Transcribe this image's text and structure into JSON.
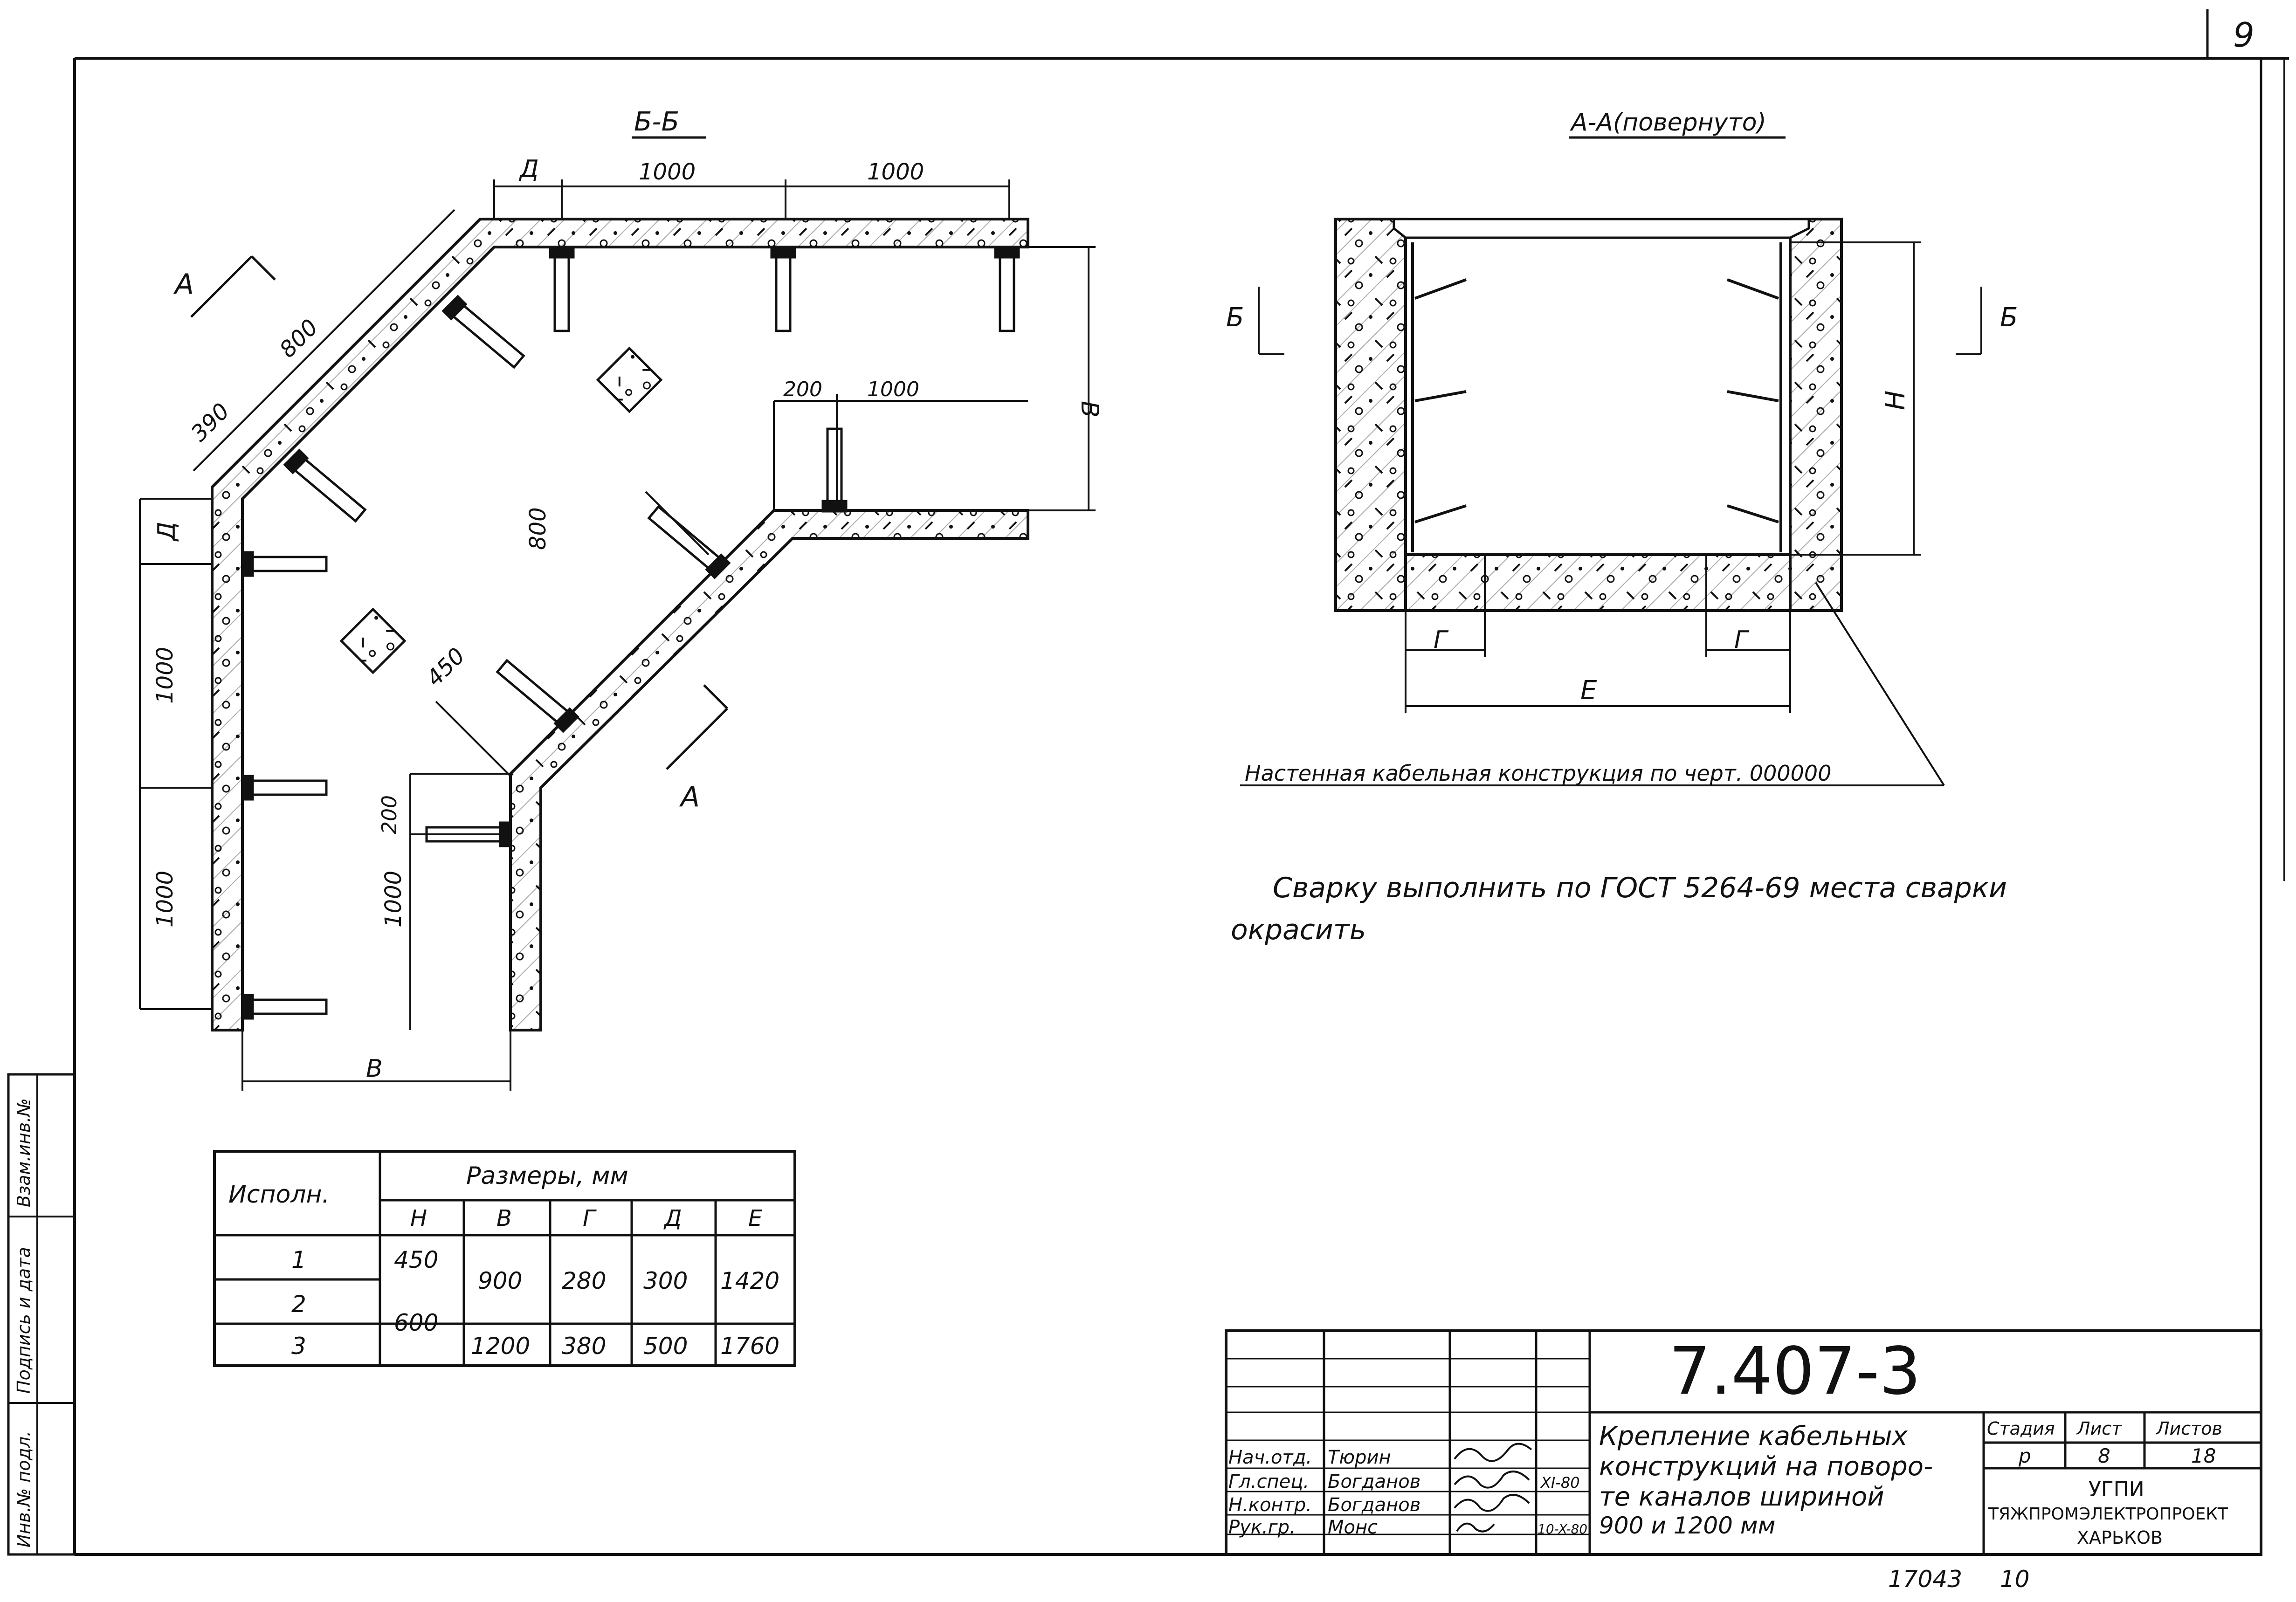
{
  "sheet": {
    "sheet_no": "9",
    "archive_no": "17043",
    "archive_page": "10"
  },
  "section_bb": {
    "title": "Б-Б",
    "dim_d_top": "Д",
    "dim_1000_a": "1000",
    "dim_1000_b": "1000",
    "dim_800_top": "800",
    "dim_390": "390",
    "dim_d_left": "Д",
    "dim_1000_left1": "1000",
    "dim_1000_left2": "1000",
    "dim_b_right": "В",
    "dim_200_top": "200",
    "dim_1000_top_inner": "1000",
    "dim_800_inner": "800",
    "dim_450": "450",
    "dim_200_inner": "200",
    "dim_1000_inner": "1000",
    "dim_b_bottom": "В",
    "cut_a": "А",
    "cut_a2": "А"
  },
  "section_aa": {
    "title": "А-А(повернуто)",
    "cut_b_left": "Б",
    "cut_b_right": "Б",
    "dim_h": "Н",
    "dim_g_left": "Г",
    "dim_g_right": "Г",
    "dim_e": "Е",
    "callout": "Настенная кабельная конструкция по черт. 000000"
  },
  "note": {
    "line1": "Сварку выполнить по ГОСТ 5264-69 места сварки",
    "line2": "окрасить"
  },
  "dims_table": {
    "col_exec": "Исполн.",
    "group_header": "Размеры, мм",
    "headers": [
      "Н",
      "В",
      "Г",
      "Д",
      "Е"
    ],
    "rows": [
      {
        "exec": "1",
        "h": "450"
      },
      {
        "exec": "2"
      },
      {
        "exec": "3",
        "b": "1200",
        "g": "380",
        "d": "500",
        "e": "1760"
      }
    ],
    "h_600": "600",
    "b_900": "900",
    "g_280": "280",
    "d_300": "300",
    "e_1420": "1420"
  },
  "side_stamp": {
    "vzam": "Взам.инв.№",
    "podpis": "Подпись и дата",
    "inv": "Инв.№ подл."
  },
  "title_block": {
    "doc_number": "7.407-3",
    "title_line1": "Крепление кабельных",
    "title_line2": "конструкций на поворо-",
    "title_line3": "те каналов шириной",
    "title_line4": "900 и 1200 мм",
    "stage_label": "Стадия",
    "sheet_label": "Лист",
    "sheets_label": "Листов",
    "stage": "р",
    "sheet": "8",
    "sheets": "18",
    "org_line1": "УГПИ",
    "org_line2": "ТЯЖПРОМЭЛЕКТРОПРОЕКТ",
    "org_line3": "ХАРЬКОВ",
    "roles": [
      {
        "role": "Нач.отд.",
        "name": "Тюрин",
        "date": ""
      },
      {
        "role": "Гл.спец.",
        "name": "Богданов",
        "date": "XI-80"
      },
      {
        "role": "Н.контр.",
        "name": "Богданов",
        "date": ""
      },
      {
        "role": "Рук.гр.",
        "name": "Монс",
        "date": "10-X-80"
      }
    ]
  }
}
